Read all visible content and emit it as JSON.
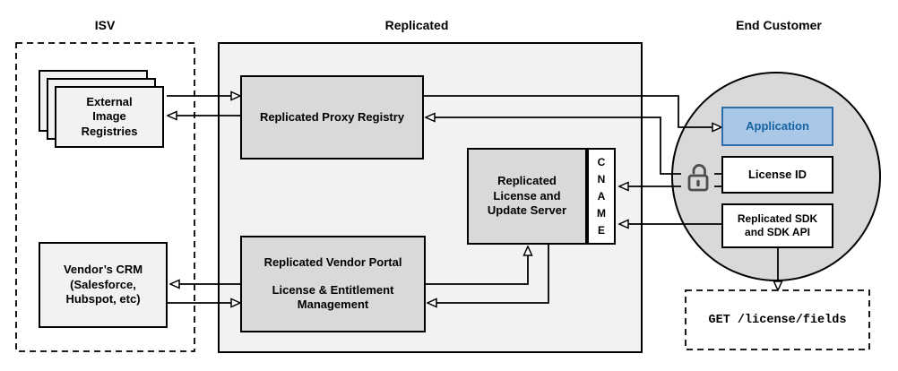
{
  "labels": {
    "isv": "ISV",
    "replicated": "Replicated",
    "end_customer": "End Customer"
  },
  "isv": {
    "registries": "External\nImage\nRegistries",
    "crm": "Vendor’s CRM\n(Salesforce,\nHubspot, etc)"
  },
  "replicated": {
    "proxy": "Replicated Proxy Registry",
    "server": "Replicated\nLicense and\nUpdate Server",
    "cname": [
      "C",
      "N",
      "A",
      "M",
      "E"
    ],
    "portal_title": "Replicated Vendor Portal",
    "portal_subtitle": "License & Entitlement\nManagement"
  },
  "customer": {
    "application": "Application",
    "license": "License ID",
    "sdk": "Replicated SDK\nand SDK API",
    "api": "GET /license/fields"
  },
  "icons": {
    "license_lock": "unlock-icon"
  },
  "colors": {
    "accent_fill": "#a9c7e7",
    "accent_border": "#2d6da8",
    "accent_text": "#17629f",
    "box_gray": "#d9d9d9",
    "container_gray": "#f2f2f2",
    "circle_gray": "#d9d9d9",
    "line": "#000000"
  }
}
